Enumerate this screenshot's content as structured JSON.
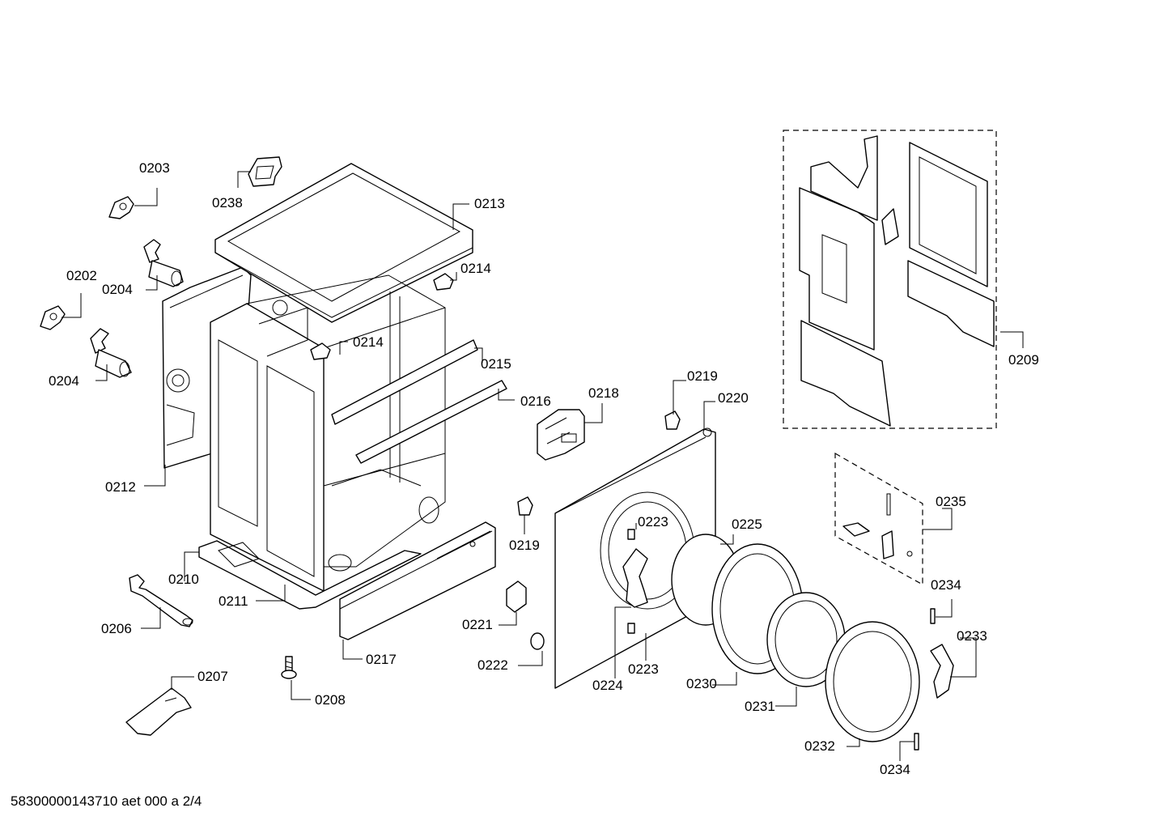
{
  "footer": {
    "document_code": "58300000143710 aet 000 a 2/4"
  },
  "labels": {
    "p0202": "0202",
    "p0203": "0203",
    "p0204a": "0204",
    "p0204b": "0204",
    "p0206": "0206",
    "p0207": "0207",
    "p0208": "0208",
    "p0209": "0209",
    "p0210": "0210",
    "p0211": "0211",
    "p0212": "0212",
    "p0213": "0213",
    "p0214a": "0214",
    "p0214b": "0214",
    "p0215": "0215",
    "p0216": "0216",
    "p0217": "0217",
    "p0218": "0218",
    "p0219a": "0219",
    "p0219b": "0219",
    "p0220": "0220",
    "p0221": "0221",
    "p0222": "0222",
    "p0223a": "0223",
    "p0223b": "0223",
    "p0224": "0224",
    "p0225": "0225",
    "p0230": "0230",
    "p0231": "0231",
    "p0232": "0232",
    "p0233": "0233",
    "p0234a": "0234",
    "p0234b": "0234",
    "p0235": "0235",
    "p0238": "0238"
  }
}
